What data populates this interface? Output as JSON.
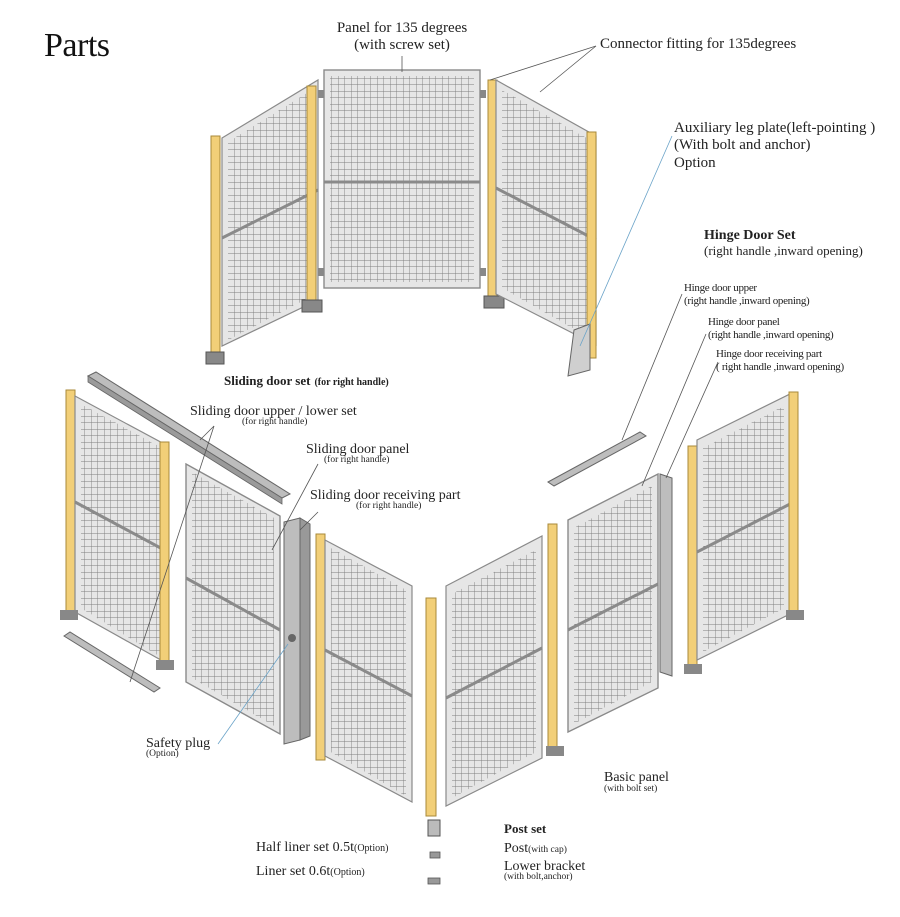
{
  "title": "Parts",
  "labels": {
    "panel_135": {
      "line1": "Panel for 135 degrees",
      "line2": "(with screw set)"
    },
    "connector_135": "Connector fitting for 135degrees",
    "aux_leg": {
      "line1": "Auxiliary leg plate(left-pointing )",
      "line2": "(With bolt and anchor)",
      "line3": "Option"
    },
    "hinge_set": {
      "title": "Hinge Door Set",
      "sub": "(right handle ,inward opening)"
    },
    "hinge_upper": {
      "line1": "Hinge door upper",
      "line2": "(right handle ,inward opening)"
    },
    "hinge_panel": {
      "line1": "Hinge door panel",
      "line2": "(right handle ,inward opening)"
    },
    "hinge_receiving": {
      "line1": "Hinge door receiving part",
      "line2": "( right handle ,inward opening)"
    },
    "sliding_set": {
      "title": "Sliding door set",
      "sub": "(for right handle)"
    },
    "sliding_upper_lower": {
      "line1": "Sliding door upper / lower set",
      "line2": "(for right handle)"
    },
    "sliding_panel": {
      "line1": "Sliding door panel",
      "line2": "(for right handle)"
    },
    "sliding_receiving": {
      "line1": "Sliding door receiving part",
      "line2": "(for right handle)"
    },
    "safety_plug": {
      "line1": "Safety plug",
      "line2": "(Option)"
    },
    "basic_panel": {
      "line1": "Basic panel",
      "line2": "(with bolt set)"
    },
    "post_set": {
      "title": "Post set",
      "post": "Post",
      "post_sub": "(with cap)",
      "bracket": "Lower bracket",
      "bracket_sub": "(with bolt,anchor)"
    },
    "half_liner": {
      "main": "Half liner set 0.5t",
      "sub": "(Option)"
    },
    "liner": {
      "main": "Liner set 0.6t",
      "sub": "(Option)"
    }
  },
  "colors": {
    "post_yellow": "#f2cf78",
    "frame_gray": "#9a9a9a",
    "mesh_gray": "#7d7d7d",
    "leader_blue": "#6aa3c8",
    "leader_dark": "#555555"
  }
}
